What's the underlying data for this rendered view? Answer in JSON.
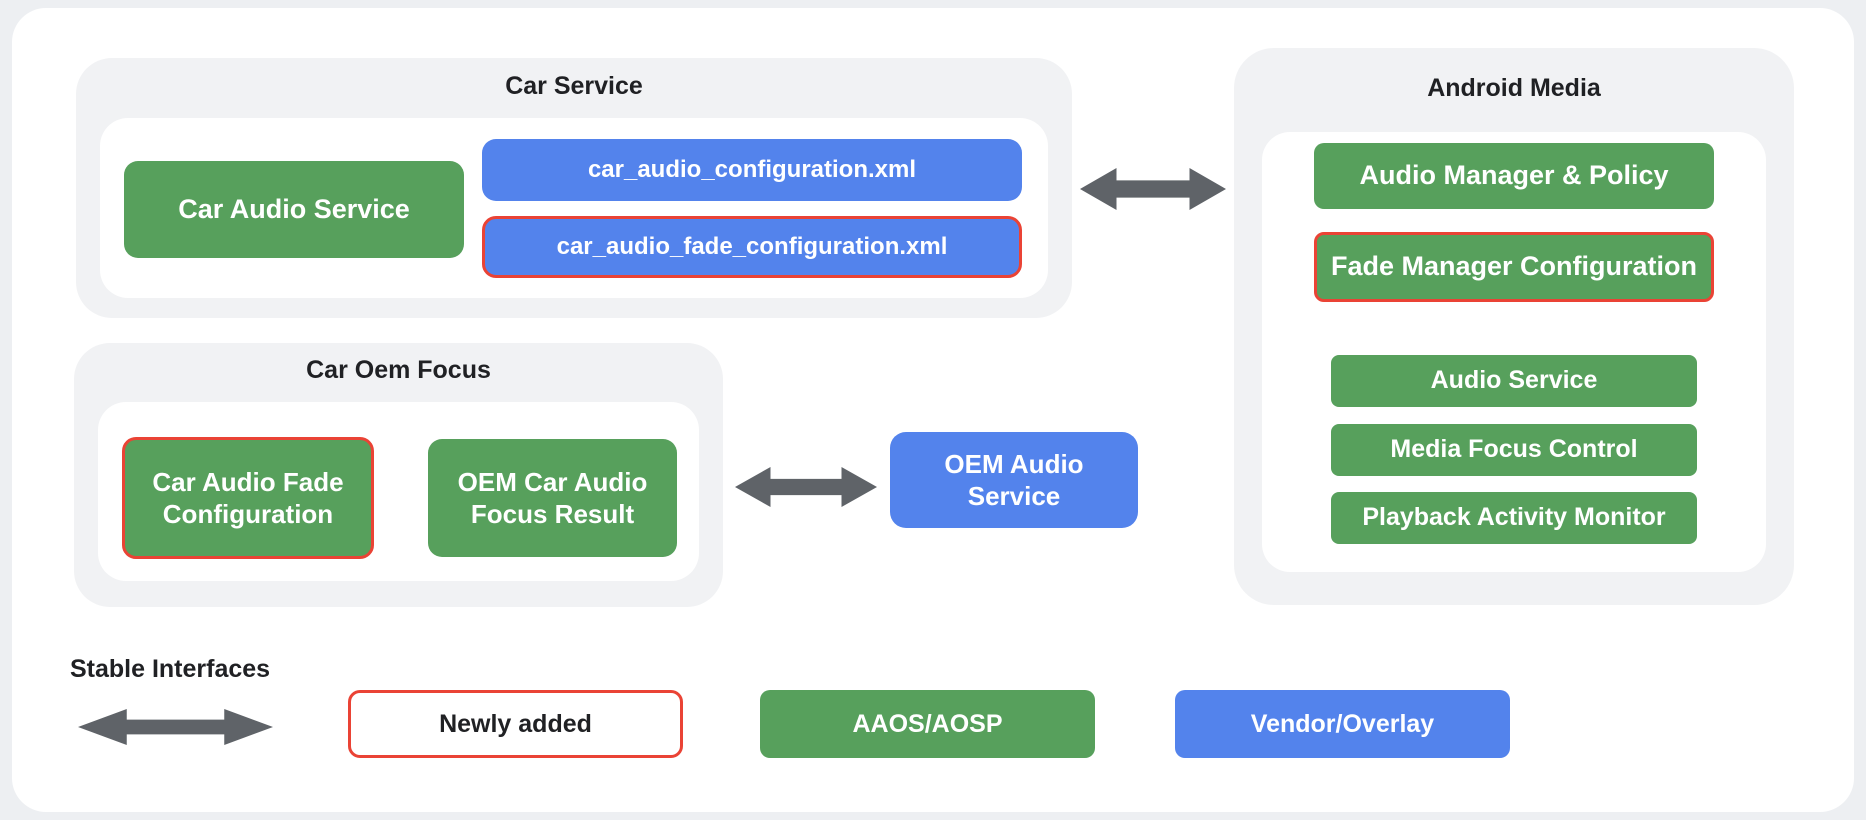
{
  "colors": {
    "page_bg": "#edeff2",
    "card_bg": "#ffffff",
    "group_bg": "#f1f2f4",
    "green": "#57a05c",
    "blue": "#5383ec",
    "red": "#ea4335",
    "arrow": "#5f6368",
    "dark_text": "#202124",
    "white_text": "#ffffff"
  },
  "groups": {
    "car_service": {
      "title": "Car Service",
      "car_audio_service": "Car Audio Service",
      "config_xml": "car_audio_configuration.xml",
      "fade_config_xml": "car_audio_fade_configuration.xml"
    },
    "android_media": {
      "title": "Android Media",
      "audio_manager_policy": "Audio Manager & Policy",
      "fade_manager_configuration": "Fade Manager Configuration",
      "audio_service": "Audio Service",
      "media_focus_control": "Media Focus Control",
      "playback_activity_monitor": "Playback Activity Monitor"
    },
    "car_oem_focus": {
      "title": "Car Oem Focus",
      "car_audio_fade_configuration": "Car Audio Fade Configuration",
      "oem_car_audio_focus_result": "OEM Car Audio Focus Result"
    }
  },
  "oem_audio_service": "OEM Audio Service",
  "legend": {
    "stable_interfaces": "Stable Interfaces",
    "newly_added": "Newly added",
    "aaos_aosp": "AAOS/AOSP",
    "vendor_overlay": "Vendor/Overlay"
  }
}
